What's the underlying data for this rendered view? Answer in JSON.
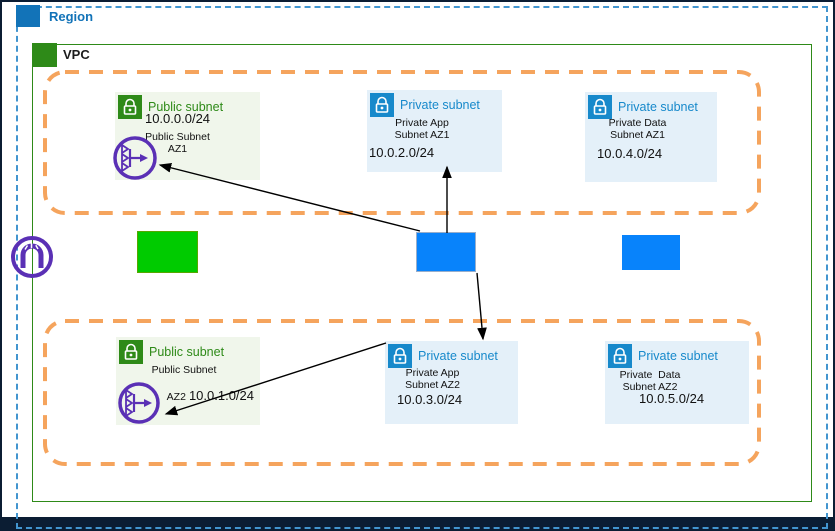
{
  "region": {
    "label": "Region"
  },
  "vpc": {
    "label": "VPC"
  },
  "subnets": [
    {
      "title": "Public subnet",
      "ip": "10.0.0.0/24",
      "line1": "Public Subnet",
      "line2": "AZ1"
    },
    {
      "title": "Private subnet",
      "line1": "Private App",
      "line2": "Subnet AZ1",
      "ip": "10.0.2.0/24"
    },
    {
      "title": "Private subnet",
      "line1": "Private Data",
      "line2": "Subnet AZ1",
      "ip": "10.0.4.0/24"
    },
    {
      "title": "Public subnet",
      "line1": "Public Subnet",
      "line2": "AZ2",
      "ip": "10.0.1.0/24"
    },
    {
      "title": "Private subnet",
      "line1": "Private App",
      "line2": "Subnet AZ2",
      "ip": "10.0.3.0/24"
    },
    {
      "title": "Private subnet",
      "line1": "Private  Data",
      "line2": "Subnet AZ2",
      "ip": "10.0.5.0/24"
    }
  ],
  "icons": {
    "region_chip": "region-icon",
    "vpc_chip": "vpc-icon",
    "subnet_lock": "lock-icon",
    "internet_gateway": "internet-gateway-icon",
    "load_balancer": "load-balancer-icon"
  },
  "colors": {
    "region_blue": "#1273b8",
    "region_dash": "#4295cf",
    "vpc_green": "#2e8a18",
    "az_boundary_orange": "#f5a45d",
    "public_subnet_bg": "#f0f6eb",
    "private_subnet_bg": "#e4f0f9",
    "public_title": "#2e8a18",
    "private_title": "#1789cb",
    "green_rect": "#00cb00",
    "blue_rect": "#0883fb",
    "icon_purple": "#5a30b5",
    "frame_dark": "#0b1d33"
  }
}
